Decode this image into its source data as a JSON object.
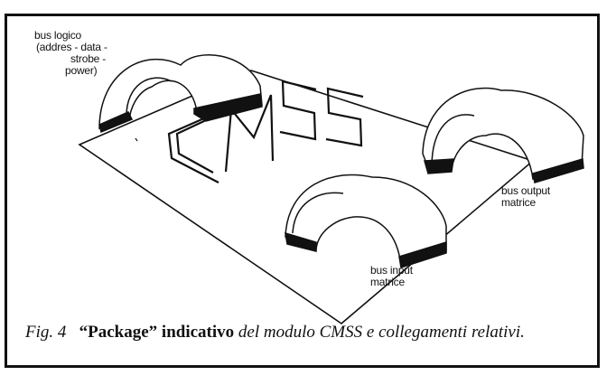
{
  "figure": {
    "labels": {
      "bus_logico": [
        "bus logico",
        "(addres - data -",
        "strobe -",
        "power)"
      ],
      "bus_output": [
        "bus output",
        "matrice"
      ],
      "bus_input": [
        "bus input",
        "matrice"
      ],
      "module_text": "CMSS"
    },
    "caption": {
      "fig_no": "Fig. 4",
      "package": "“Package” indicativo",
      "rest": "del modulo CMSS e collegamenti relativi."
    }
  }
}
